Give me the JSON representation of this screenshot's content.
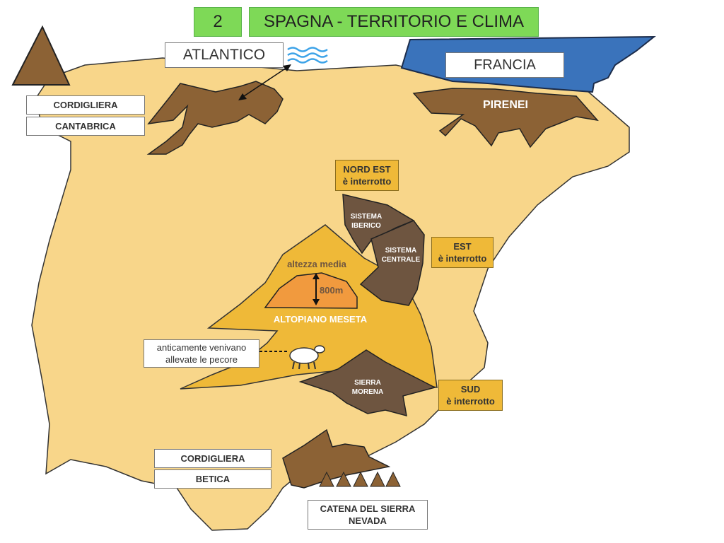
{
  "header": {
    "number": "2",
    "title": "SPAGNA - TERRITORIO E CLIMA"
  },
  "labels": {
    "atlantico": "ATLANTICO",
    "francia": "FRANCIA",
    "cordigliera_cantabrica_1": "CORDIGLIERA",
    "cordigliera_cantabrica_2": "CANTABRICA",
    "pirenei": "PIRENEI",
    "nord_est": "NORD EST\nè interrotto",
    "sistema_iberico_1": "SISTEMA",
    "sistema_iberico_2": "IBERICO",
    "sistema_centrale_1": "SISTEMA",
    "sistema_centrale_2": "CENTRALE",
    "est": "EST\nè interrotto",
    "altezza_media": "altezza media",
    "altezza_value": "800m",
    "altopiano": "ALTOPIANO MESETA",
    "pecore": "anticamente venivano\nallevate le pecore",
    "sierra_morena_1": "SIERRA",
    "sierra_morena_2": "MORENA",
    "sud": "SUD\nè interrotto",
    "cordigliera_betica_1": "CORDIGLIERA",
    "cordigliera_betica_2": "BETICA",
    "sierra_nevada": "CATENA DEL SIERRA\nNEVADA"
  },
  "colors": {
    "land": "#f8d68a",
    "meseta": "#efb938",
    "mountain": "#8c6235",
    "mountain_dark": "#6e5540",
    "plateau_top": "#f19a3e",
    "france": "#3a73bb",
    "water": "#3da3e8",
    "header_green": "#7ed957"
  }
}
